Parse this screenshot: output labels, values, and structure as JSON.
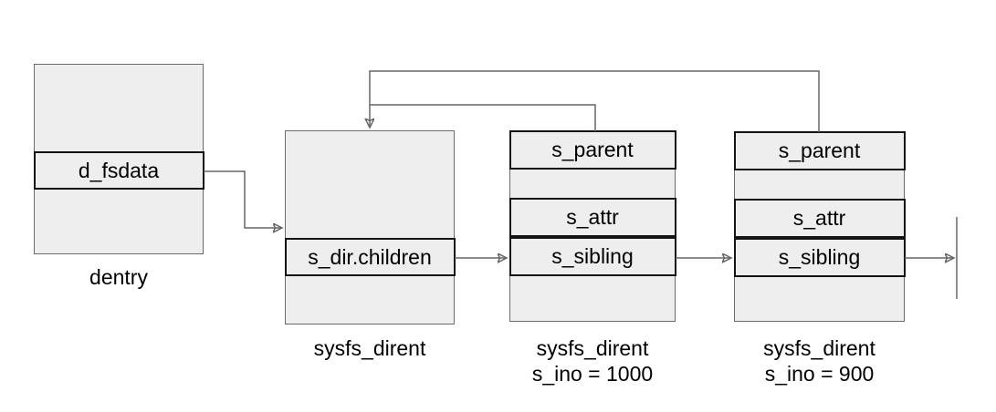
{
  "colors": {
    "background": "#ffffff",
    "box_fill": "#eeeeee",
    "field_fill": "#eeeeee",
    "box_border": "#6b6b6b",
    "field_border": "#141414",
    "connector": "#666666",
    "text": "#000000"
  },
  "nodes": {
    "dentry": {
      "label": "dentry",
      "fields": {
        "d_fsdata": "d_fsdata"
      }
    },
    "dir": {
      "label": "sysfs_dirent",
      "fields": {
        "children": "s_dir.children"
      }
    },
    "dirent1000": {
      "label": "sysfs_dirent",
      "sublabel": "s_ino = 1000",
      "fields": {
        "parent": "s_parent",
        "attr": "s_attr",
        "sibling": "s_sibling"
      }
    },
    "dirent900": {
      "label": "sysfs_dirent",
      "sublabel": "s_ino = 900",
      "fields": {
        "parent": "s_parent",
        "attr": "s_attr",
        "sibling": "s_sibling"
      }
    }
  }
}
